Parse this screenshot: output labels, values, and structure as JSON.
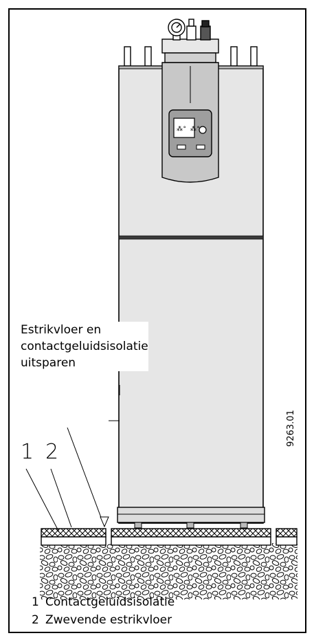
{
  "callout": {
    "line1": "Estrikvloer en",
    "line2": "contactgeluidsisolatie",
    "line3": "uitsparen"
  },
  "markers": [
    "1",
    "2"
  ],
  "figure_id": "9263.01",
  "legend": [
    {
      "number": "1",
      "text": "Contactgeluidsisolatie"
    },
    {
      "number": "2",
      "text": "Zwevende estrikvloer"
    }
  ],
  "display_text": "⁂° ⁂°"
}
